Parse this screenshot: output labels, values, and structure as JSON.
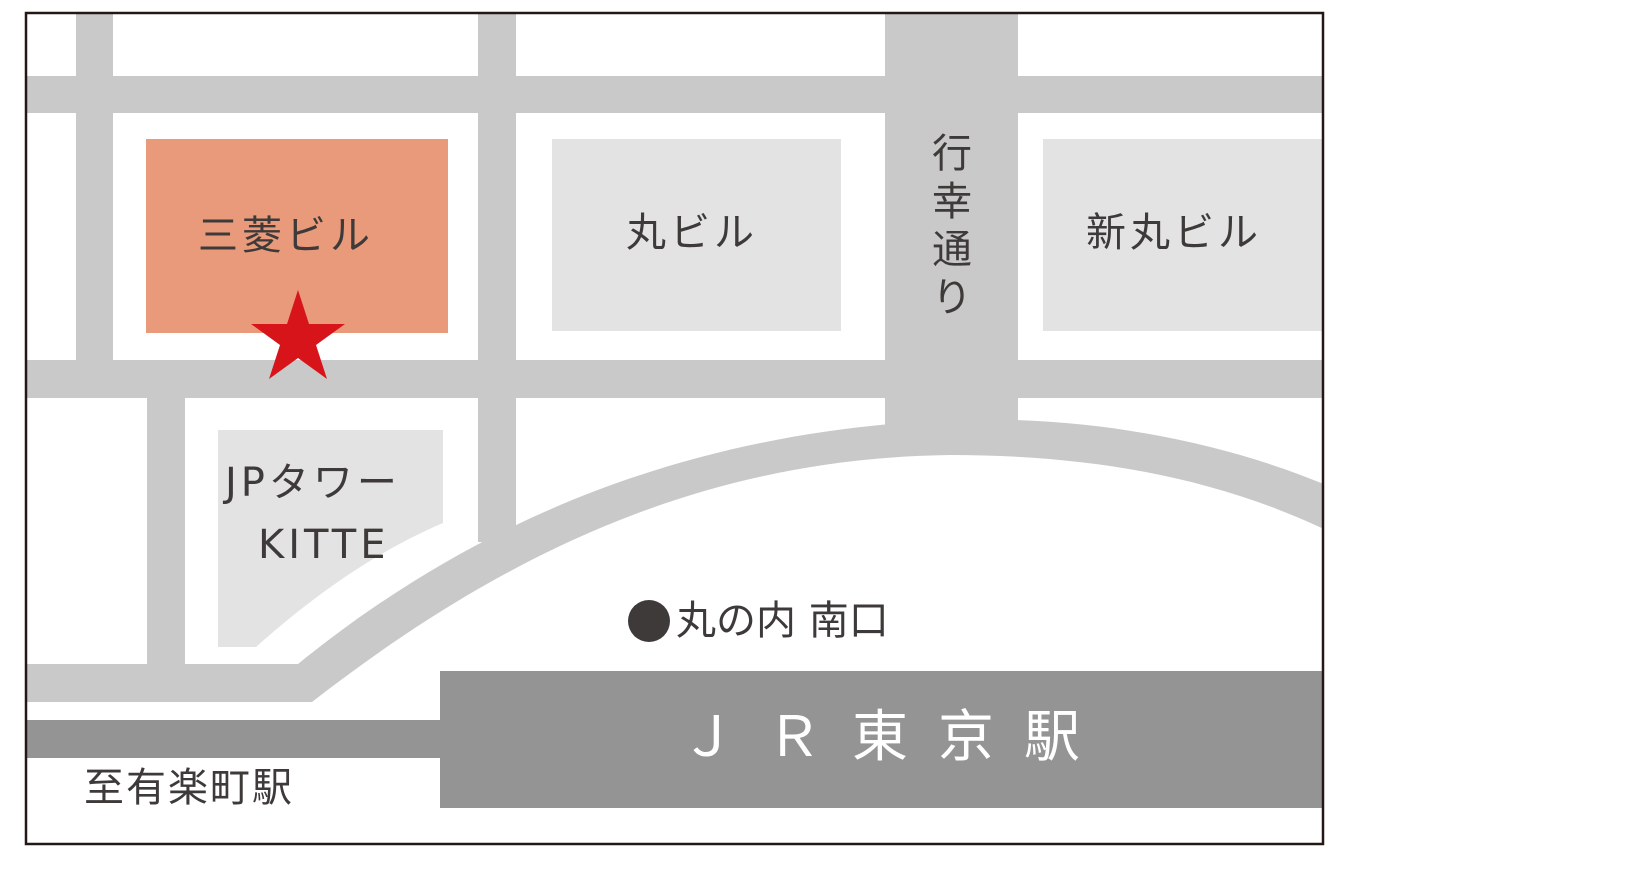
{
  "map": {
    "type": "access-map",
    "area": "Marunouchi, Tokyo",
    "colors": {
      "road": "#C8C9C8",
      "building": "#E3E3E3",
      "highlight_building": "#E99A7A",
      "station": "#949494",
      "rail": "#949494",
      "marker": "#D7141A",
      "text": "#3E3A39",
      "frame": "#231815"
    },
    "buildings": [
      {
        "id": "mitsubishi",
        "label": "三菱ビル",
        "highlighted": true
      },
      {
        "id": "marubiru",
        "label": "丸ビル",
        "highlighted": false
      },
      {
        "id": "shin-marubiru",
        "label": "新丸ビル",
        "highlighted": false
      },
      {
        "id": "jp-tower",
        "label_line1": "JPタワー",
        "label_line2": "KITTE",
        "highlighted": false
      }
    ],
    "streets": [
      {
        "id": "gyoko-dori",
        "label": "行幸通り",
        "orientation": "vertical"
      }
    ],
    "station": {
      "label": "ＪＲ東京駅"
    },
    "exit": {
      "label": "丸の内 南口",
      "marker": "filled-circle"
    },
    "destination": {
      "label": "至有楽町駅"
    },
    "marker": {
      "icon": "star-icon",
      "description": "destination location"
    }
  }
}
